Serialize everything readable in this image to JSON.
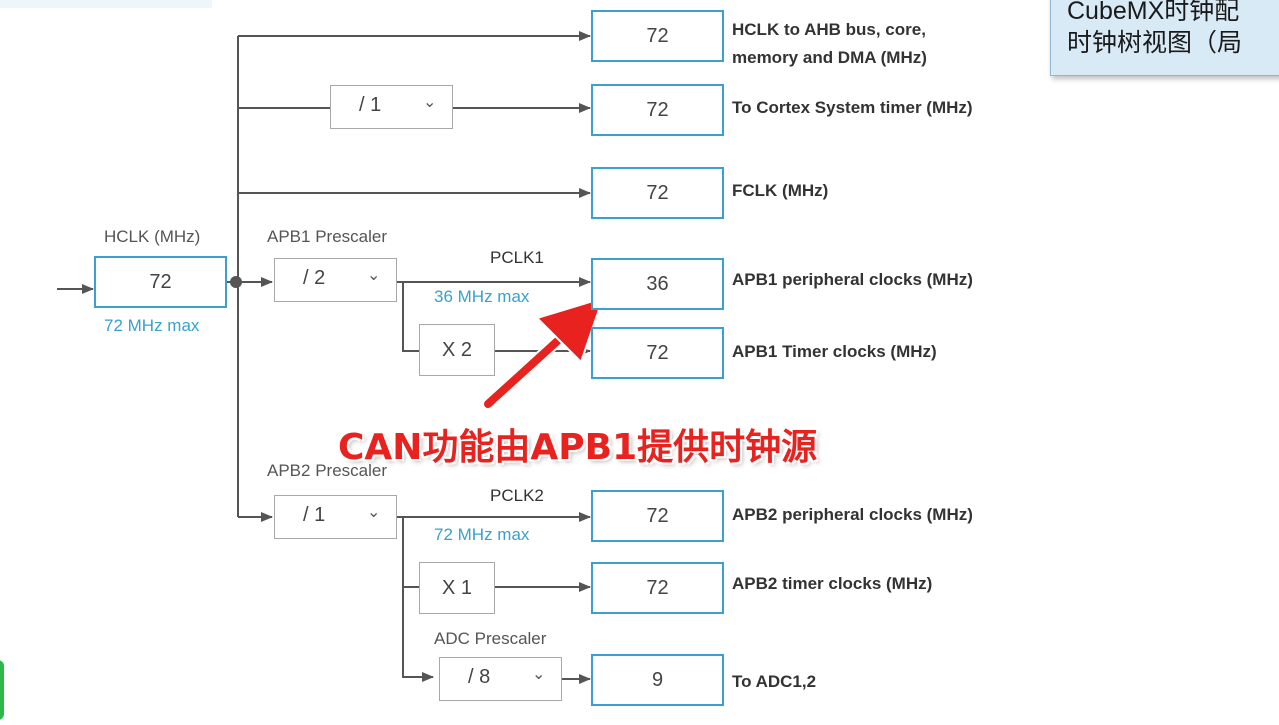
{
  "note": {
    "line1": "CubeMX时钟配",
    "line2": "时钟树视图（局"
  },
  "callout": "CAN功能由APB1提供时钟源",
  "hclk": {
    "label": "HCLK (MHz)",
    "value": "72",
    "max": "72 MHz max"
  },
  "cortex_prescaler": {
    "value": "/ 1"
  },
  "apb1": {
    "prescaler_label": "APB1 Prescaler",
    "prescaler": "/ 2",
    "pclk": "PCLK1",
    "max": "36 MHz max",
    "timer_mult": "X 2"
  },
  "apb2": {
    "prescaler_label": "APB2 Prescaler",
    "prescaler": "/ 1",
    "pclk": "PCLK2",
    "max": "72 MHz max",
    "timer_mult": "X 1"
  },
  "adc": {
    "prescaler_label": "ADC Prescaler",
    "prescaler": "/ 8"
  },
  "outputs": [
    {
      "value": "72",
      "label": "HCLK to AHB bus, core, memory and DMA (MHz)"
    },
    {
      "value": "72",
      "label": "To Cortex System timer (MHz)"
    },
    {
      "value": "72",
      "label": "FCLK (MHz)"
    },
    {
      "value": "36",
      "label": "APB1 peripheral clocks (MHz)"
    },
    {
      "value": "72",
      "label": "APB1 Timer clocks (MHz)"
    },
    {
      "value": "72",
      "label": "APB2 peripheral clocks (MHz)"
    },
    {
      "value": "72",
      "label": "APB2 timer clocks (MHz)"
    },
    {
      "value": "9",
      "label": "To ADC1,2"
    }
  ],
  "colors": {
    "box_border": "#3aa0cc",
    "max_text": "#3aa0cc",
    "callout": "#e8231f",
    "line": "#555555"
  },
  "icons": {
    "dropdown": "chevron-down-icon",
    "callout_arrow": "arrow-icon"
  }
}
